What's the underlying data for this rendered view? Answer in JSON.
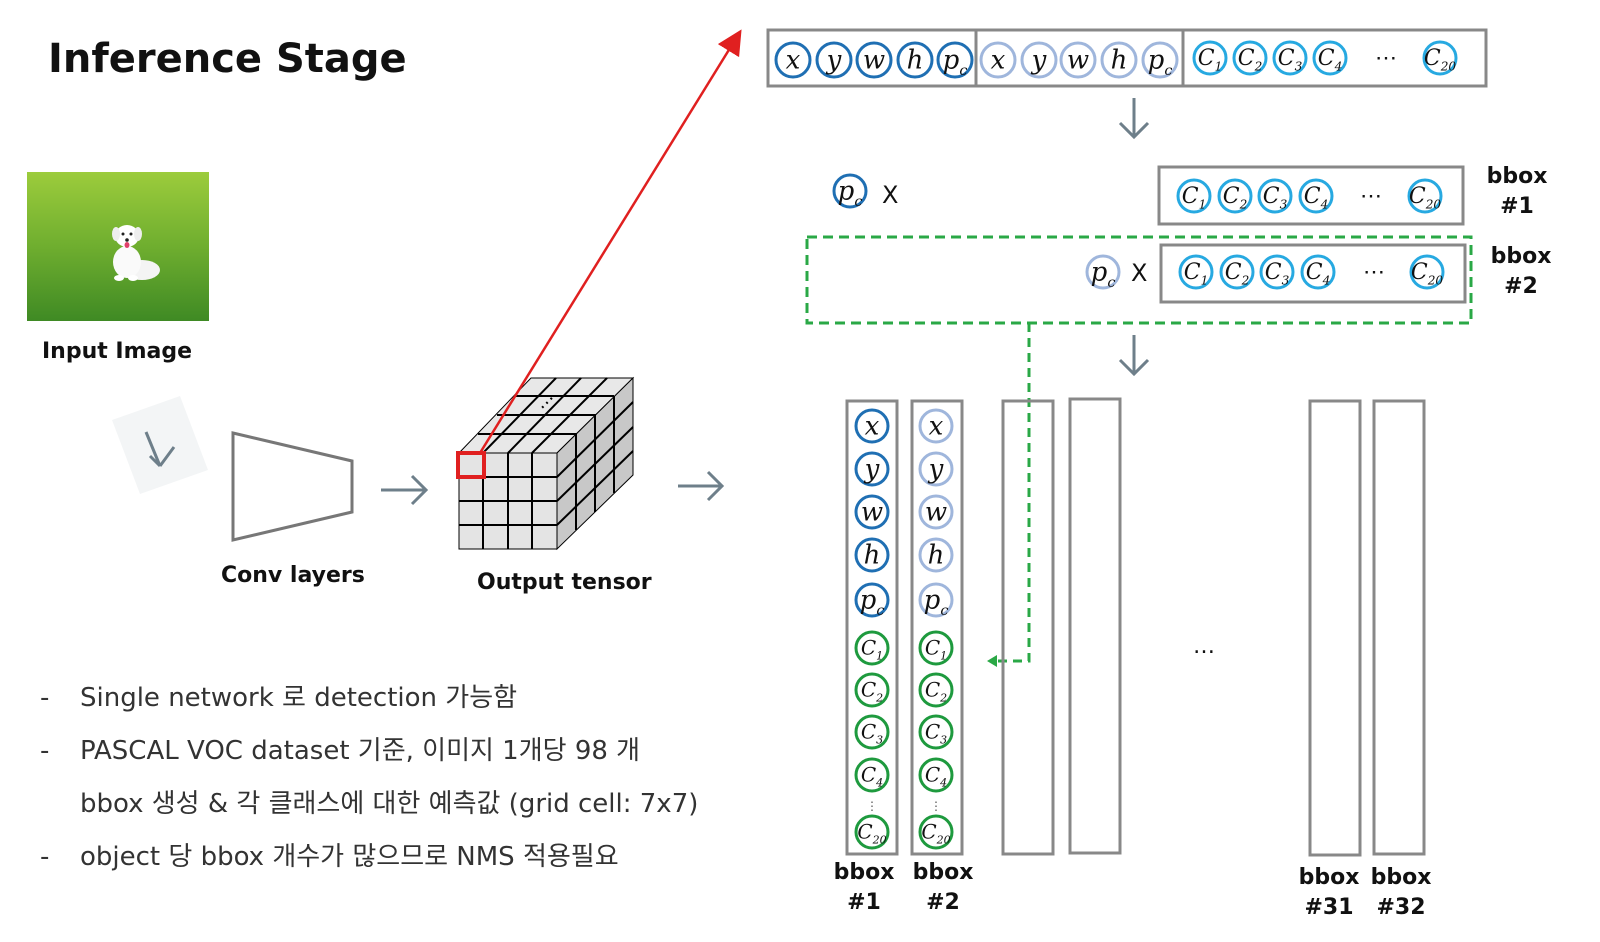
{
  "title": "Inference Stage",
  "input_image_label": "Input Image",
  "conv_label": "Conv layers",
  "output_label": "Output tensor",
  "vector": {
    "box1": [
      "x",
      "y",
      "w",
      "h",
      "pc"
    ],
    "box2": [
      "x",
      "y",
      "w",
      "h",
      "pc"
    ],
    "classes": [
      "C1",
      "C2",
      "C3",
      "C4",
      "…",
      "C20"
    ]
  },
  "multiply_sign": "X",
  "bbox_rows": [
    {
      "label_line1": "bbox",
      "label_line2": "#1"
    },
    {
      "label_line1": "bbox",
      "label_line2": "#2"
    }
  ],
  "columns": [
    {
      "label_line1": "bbox",
      "label_line2": "#1"
    },
    {
      "label_line1": "bbox",
      "label_line2": "#2"
    },
    {
      "label_line1": "bbox",
      "label_line2": "#31"
    },
    {
      "label_line1": "bbox",
      "label_line2": "#32"
    }
  ],
  "column_ellipsis": "…",
  "bullets": [
    {
      "dash": "-",
      "text": "Single network 로 detection 가능함"
    },
    {
      "dash": "-",
      "text": "PASCAL VOC dataset 기준, 이미지 1개당 98 개"
    },
    {
      "dash": "",
      "text": "bbox 생성 & 각 클래스에 대한 예측값 (grid cell: 7x7)"
    },
    {
      "dash": "-",
      "text": "object 당 bbox 개수가 많으므로 NMS 적용필요"
    }
  ],
  "colors": {
    "dark_blue": "#1f6fb3",
    "light_blue": "#9fb6dc",
    "cyan": "#27a9e1",
    "green": "#1e9a3e",
    "red": "#e02020",
    "dashed_green": "#2aa846",
    "gray": "#888888"
  }
}
